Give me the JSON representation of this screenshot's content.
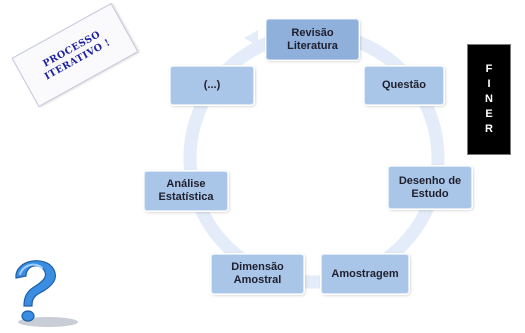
{
  "cycle": {
    "nodes": [
      {
        "id": "revisao",
        "label": "Revisão\nLiteratura"
      },
      {
        "id": "questao",
        "label": "Questão"
      },
      {
        "id": "desenho",
        "label": "Desenho de\nEstudo"
      },
      {
        "id": "amostragem",
        "label": "Amostragem"
      },
      {
        "id": "dimensao",
        "label": "Dimensão\nAmostral"
      },
      {
        "id": "analise",
        "label": "Análise\nEstatística"
      },
      {
        "id": "reticencias",
        "label": "(...)"
      }
    ]
  },
  "stamp": {
    "line1": "PROCESSO",
    "line2": "ITERATIVO !"
  },
  "finer": {
    "letters": [
      "F",
      "I",
      "N",
      "E",
      "R"
    ]
  },
  "colors": {
    "ring": "#e3ecf8",
    "node_fill": "#a9c6e8",
    "node_top_fill": "#8eb0da",
    "stamp_text": "#1b1fa0",
    "finer_bg": "#000000",
    "question_mark": "#3a8de0"
  },
  "icons": {
    "question": "question-mark-icon"
  }
}
